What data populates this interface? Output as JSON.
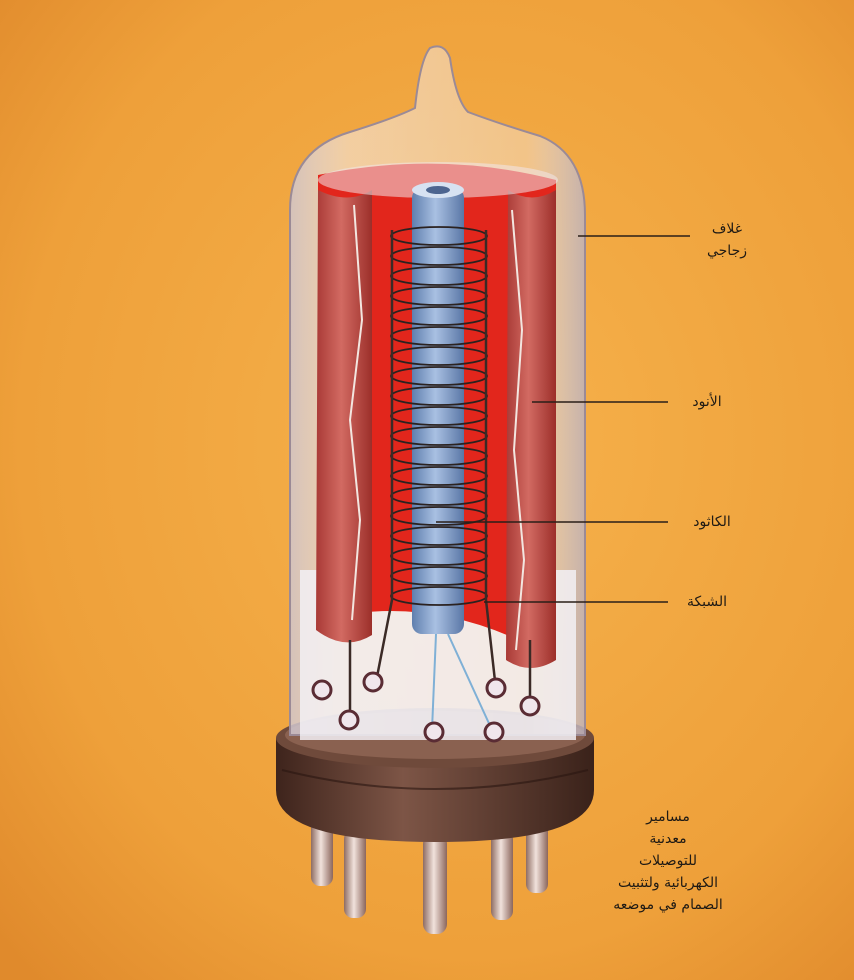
{
  "labels": {
    "glass_envelope": "غلاف\nزجاجي",
    "anode": "الأنود",
    "cathode": "الكاثود",
    "grid": "الشبكة",
    "pins": "مسامير\nمعدنية\nللتوصيلات\nالكهربائية ولتثبيت\nالصمام في موضعه"
  },
  "colors": {
    "background": "#f0a03c",
    "anode": "#c9342a",
    "anode_inner": "#e2261c",
    "cathode": "#7f9cc9",
    "grid_wire": "#2b2220",
    "base": "#5c3a2e",
    "pin": "#c9b2a8",
    "glass": "#d8d2dc",
    "leader": "#2a1f18"
  }
}
